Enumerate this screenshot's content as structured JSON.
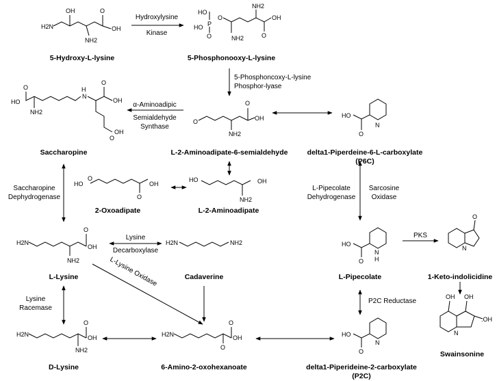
{
  "compounds": {
    "hydroxylysine": "5-Hydroxy-L-lysine",
    "phosphonooxy": "5-Phosphonooxy-L-lysine",
    "saccharopine": "Saccharopine",
    "aminoadipate_semialdehyde": "L-2-Aminoadipate-6-semialdehyde",
    "p6c_line1": "delta1-Piperdeine-6-L-carboxylate",
    "p6c_line2": "(P6C)",
    "oxoadipate": "2-Oxoadipate",
    "aminoadipate": "L-2-Aminoadipate",
    "lysine": "L-Lysine",
    "cadaverine": "Cadaverine",
    "pipecolate": "L-Pipecolate",
    "keto_indolicidine": "1-Keto-indolicidine",
    "d_lysine": "D-Lysine",
    "amino_oxohexanoate": "6-Amino-2-oxohexanoate",
    "p2c_line1": "delta1-Piperideine-2-carboxylate",
    "p2c_line2": "(P2C)",
    "swainsonine": "Swainsonine"
  },
  "enzymes": {
    "hydroxylysine_kinase_1": "Hydroxylysine",
    "hydroxylysine_kinase_2": "Kinase",
    "phosphor_lyase_1": "5-Phosphoncoxy-L-lysine",
    "phosphor_lyase_2": "Phosphor-lyase",
    "aass_1": "α-Aminoadipic",
    "aass_2": "Semialdehyde",
    "aass_3": "Synthase",
    "sdh_1": "Saccharopine",
    "sdh_2": "Dephydrogenase",
    "pipecolate_dh_1": "L-Pipecolate",
    "pipecolate_dh_2": "Dehydrogenase",
    "sarcosine_1": "Sarcosine",
    "sarcosine_2": "Oxidase",
    "decarboxylase_1": "Lysine",
    "decarboxylase_2": "Decarboxylase",
    "pks": "PKS",
    "lysine_oxidase": "L-Lysine Oxidase",
    "racemase_1": "Lysine",
    "racemase_2": "Racemase",
    "p2c_reductase": "P2C Reductase"
  },
  "atoms": {
    "oh": "OH",
    "h2n": "H2N",
    "nh2": "NH2",
    "o": "O",
    "ho": "HO",
    "p": "P",
    "n": "N",
    "h": "H",
    "h_alone": "H",
    "ho_swain": ".OH",
    "oh_swain": "OH"
  }
}
